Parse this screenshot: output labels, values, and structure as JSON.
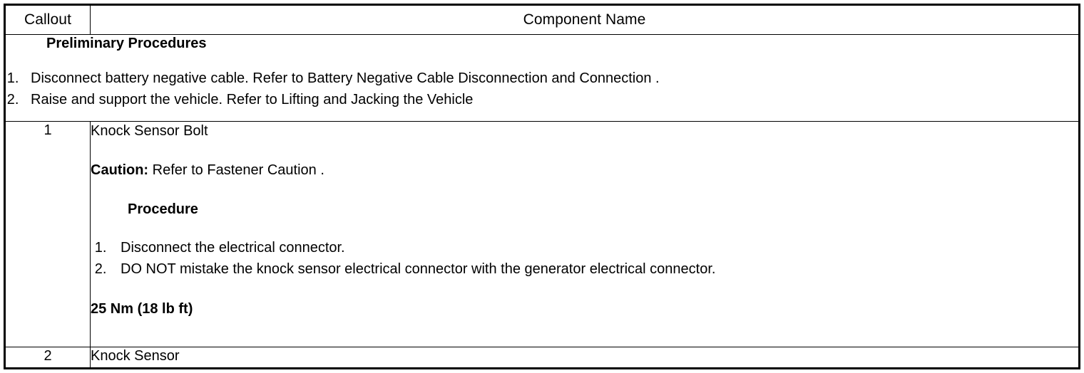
{
  "table": {
    "headers": {
      "callout": "Callout",
      "component_name": "Component Name"
    },
    "preliminary": {
      "title": "Preliminary Procedures",
      "steps": [
        "Disconnect battery negative cable. Refer to Battery Negative Cable Disconnection and Connection .",
        "Raise and support the vehicle. Refer to Lifting and Jacking the Vehicle"
      ]
    },
    "rows": [
      {
        "callout": "1",
        "component_name": "Knock Sensor Bolt",
        "caution_label": "Caution:",
        "caution_text": "Refer to Fastener Caution .",
        "procedure_title": "Procedure",
        "procedure_steps": [
          "Disconnect the electrical connector.",
          "DO NOT mistake the knock sensor electrical connector with the generator electrical connector."
        ],
        "torque": "25 Nm (18 lb ft)"
      },
      {
        "callout": "2",
        "component_name": "Knock Sensor"
      }
    ]
  },
  "colors": {
    "border": "#000000",
    "text": "#000000",
    "background": "#ffffff"
  }
}
